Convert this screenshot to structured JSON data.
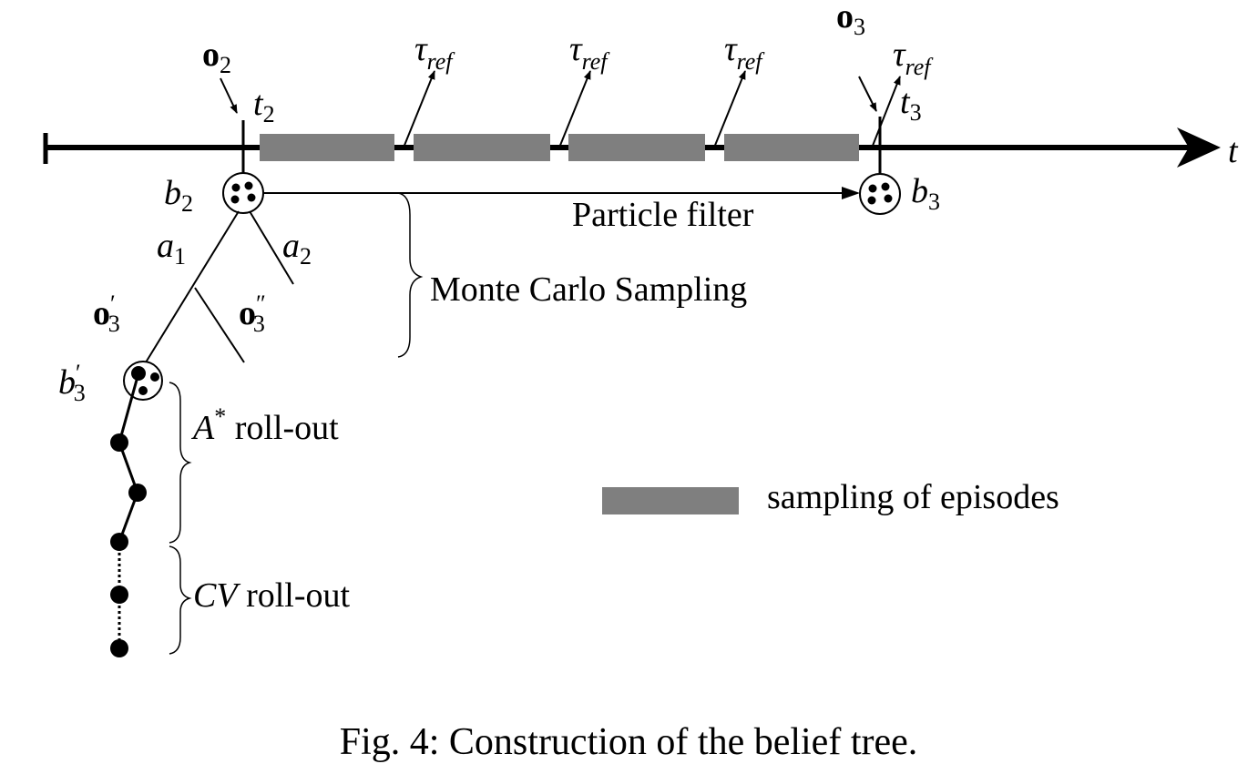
{
  "figure": {
    "caption": "Fig. 4: Construction of the belief tree."
  },
  "timeline": {
    "axis_label": "t",
    "t2": {
      "base": "t",
      "sub": "2"
    },
    "t3": {
      "base": "t",
      "sub": "3"
    },
    "o2": {
      "base": "o",
      "sub": "2"
    },
    "o3": {
      "base": "o",
      "sub": "3"
    },
    "tau_ref": {
      "base": "τ",
      "sub": "ref"
    },
    "episode_count": 4
  },
  "beliefs": {
    "b2": {
      "base": "b",
      "sub": "2"
    },
    "b3": {
      "base": "b",
      "sub": "3"
    },
    "b3_prime": {
      "base": "b",
      "prime": "′",
      "sub": "3"
    }
  },
  "tree": {
    "a1": {
      "base": "a",
      "sub": "1"
    },
    "a2": {
      "base": "a",
      "sub": "2"
    },
    "o3_prime": {
      "base": "o",
      "prime": "′",
      "sub": "3"
    },
    "o3_dprime": {
      "base": "o",
      "prime": "″",
      "sub": "3"
    }
  },
  "labels": {
    "particle_filter": "Particle filter",
    "monte_carlo": "Monte Carlo Sampling",
    "astar_italic": "A",
    "astar_sup": "*",
    "astar_rest": " roll-out",
    "cv_italic": "CV",
    "cv_rest": " roll-out"
  },
  "legend": {
    "episodes_label": "sampling of episodes",
    "episodes_color": "#7f7f7f"
  },
  "colors": {
    "ink": "#000000",
    "episode_bar": "#7f7f7f"
  }
}
